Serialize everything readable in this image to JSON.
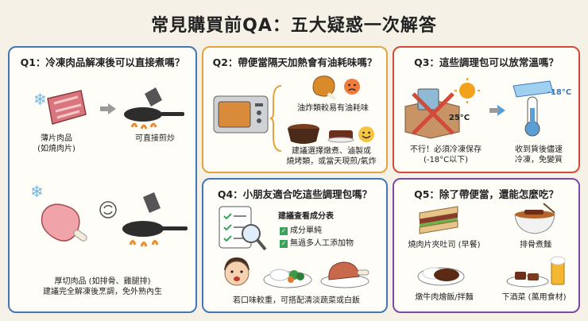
{
  "title": "常見購買前QA：五大疑惑一次解答",
  "colors": {
    "q1": "#3f78b4",
    "q2": "#e3a33d",
    "q3": "#d24b3a",
    "q4": "#3f78b4",
    "q5": "#7a4aa5"
  },
  "q1": {
    "heading": "Q1：冷凍肉品解凍後可以直接煮嗎？",
    "thin_meat": "薄片肉品\n(如燒肉片)",
    "fry_direct": "可直接煎炒",
    "thick_note": "厚切肉品 (如排骨、雞腿排)\n建議完全解凍後烹調，免外熟內生"
  },
  "q2": {
    "heading": "Q2：帶便當隔天加熱會有油耗味嗎？",
    "fried_note": "油炸類較易有油耗味",
    "suggest_note": "建議選擇燉煮、滷製或\n燒烤類，或當天現煎/氣炸"
  },
  "q3": {
    "heading": "Q3：這些調理包可以放常溫嗎？",
    "temp_warm": "25°C",
    "temp_cold": "-18°C",
    "no_note": "不行！必須冷凍保存\n(-18°C以下)",
    "receive_note": "收到貨後儘速\n冷凍，免變質"
  },
  "q4": {
    "heading": "Q4：小朋友適合吃這些調理包嗎？",
    "check_title": "建議查看成分表",
    "check_items": [
      "成分單純",
      "無過多人工添加物"
    ],
    "bottom_note": "若口味較重，可搭配清淡蔬菜或白飯"
  },
  "q5": {
    "heading": "Q5：除了帶便當，還能怎麼吃？",
    "items": [
      "燒肉片夾吐司 (早餐)",
      "排骨煮麵",
      "燉牛肉燴飯/拌麵",
      "下酒菜 (萬用食材)"
    ]
  }
}
